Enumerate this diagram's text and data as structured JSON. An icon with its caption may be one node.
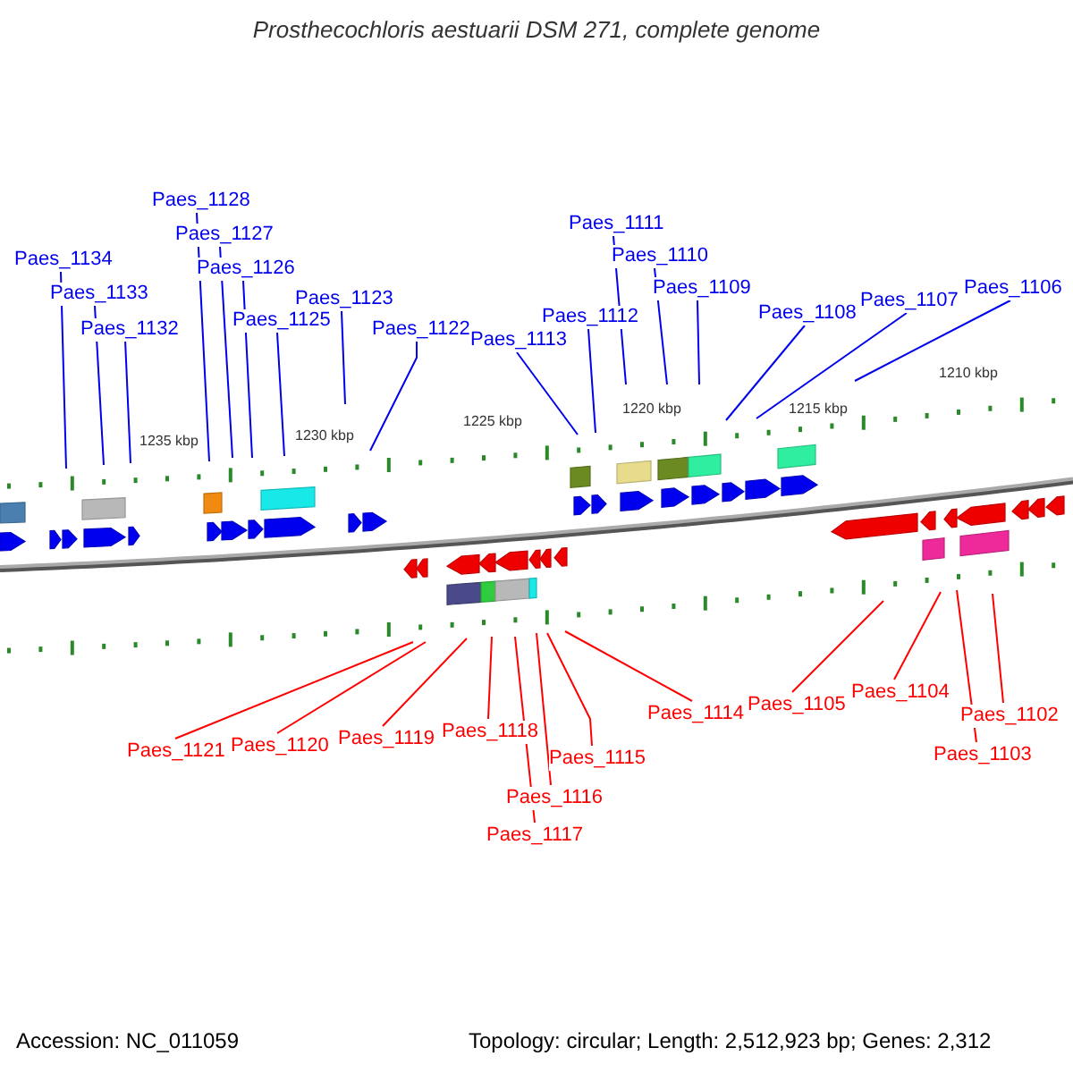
{
  "diagram": {
    "title": "Prosthecochloris aestuarii DSM 271, complete genome",
    "nodes": [
      {
        "text": [
          "Paes_1134"
        ]
      },
      {
        "text": [
          "Paes_1133"
        ]
      },
      {
        "text": [
          "Paes_1132"
        ]
      },
      {
        "text": [
          "Paes_1128"
        ]
      },
      {
        "text": [
          "Paes_1127"
        ]
      },
      {
        "text": [
          "Paes_1126"
        ]
      },
      {
        "text": [
          "Paes_1125"
        ]
      },
      {
        "text": [
          "Paes_1123"
        ]
      },
      {
        "text": [
          "Paes_1122"
        ]
      },
      {
        "text": [
          "Paes_1113"
        ]
      },
      {
        "text": [
          "Paes_1112"
        ]
      },
      {
        "text": [
          "Paes_1111"
        ]
      },
      {
        "text": [
          "Paes_1110"
        ]
      },
      {
        "text": [
          "Paes_1109"
        ]
      },
      {
        "text": [
          "Paes_1108"
        ]
      },
      {
        "text": [
          "Paes_1107"
        ]
      },
      {
        "text": [
          "Paes_1106"
        ]
      },
      {
        "text": [
          "Paes_1121"
        ]
      },
      {
        "text": [
          "Paes_1120"
        ]
      },
      {
        "text": [
          "Paes_1119"
        ]
      },
      {
        "text": [
          "Paes_1118"
        ]
      },
      {
        "text": [
          "Paes_1117"
        ]
      },
      {
        "text": [
          "Paes_1116"
        ]
      },
      {
        "text": [
          "Paes_1115"
        ]
      },
      {
        "text": [
          "Paes_1114"
        ]
      },
      {
        "text": [
          "Paes_1105"
        ]
      },
      {
        "text": [
          "Paes_1104"
        ]
      },
      {
        "text": [
          "Paes_1103"
        ]
      },
      {
        "text": [
          "Paes_1102"
        ]
      }
    ],
    "edges": [
      {
        "from": 0,
        "to": null,
        "arrow": "none"
      },
      {
        "from": 1,
        "to": null,
        "arrow": "none"
      },
      {
        "from": 2,
        "to": null,
        "arrow": "none"
      },
      {
        "from": 3,
        "to": null,
        "arrow": "none"
      },
      {
        "from": 4,
        "to": null,
        "arrow": "none"
      },
      {
        "from": 5,
        "to": null,
        "arrow": "none"
      },
      {
        "from": 6,
        "to": null,
        "arrow": "none"
      },
      {
        "from": 7,
        "to": null,
        "arrow": "none"
      },
      {
        "from": 8,
        "to": null,
        "arrow": "none"
      },
      {
        "from": 9,
        "to": null,
        "arrow": "none"
      },
      {
        "from": 10,
        "to": null,
        "arrow": "none"
      },
      {
        "from": 11,
        "to": null,
        "arrow": "none"
      },
      {
        "from": 12,
        "to": null,
        "arrow": "none"
      },
      {
        "from": 13,
        "to": null,
        "arrow": "none"
      },
      {
        "from": 14,
        "to": null,
        "arrow": "none"
      },
      {
        "from": 15,
        "to": null,
        "arrow": "none"
      },
      {
        "from": 16,
        "to": null,
        "arrow": "none"
      },
      {
        "from": 17,
        "to": null,
        "arrow": "none",
        "color": "#ff0000"
      },
      {
        "from": 18,
        "to": null,
        "arrow": "none",
        "color": "#ff0000"
      },
      {
        "from": 19,
        "to": null,
        "arrow": "none",
        "color": "#ff0000"
      },
      {
        "from": 20,
        "to": null,
        "arrow": "none",
        "color": "#ff0000"
      },
      {
        "from": 21,
        "to": null,
        "arrow": "none",
        "color": "#ff0000"
      },
      {
        "from": 22,
        "to": null,
        "arrow": "none",
        "color": "#ff0000"
      },
      {
        "from": 23,
        "to": null,
        "arrow": "none",
        "color": "#ff0000"
      },
      {
        "from": 24,
        "to": null,
        "arrow": "none",
        "color": "#ff0000"
      },
      {
        "from": 25,
        "to": null,
        "arrow": "none",
        "color": "#ff0000"
      },
      {
        "from": 26,
        "to": null,
        "arrow": "none",
        "color": "#ff0000"
      },
      {
        "from": 27,
        "to": null,
        "arrow": "none",
        "color": "#ff0000"
      },
      {
        "from": 28,
        "to": null,
        "arrow": "none",
        "color": "#ff0000"
      }
    ],
    "labels": [
      "1235 kbp",
      "1230 kbp",
      "1225 kbp",
      "1220 kbp",
      "1215 kbp",
      "1210 kbp",
      "Accession: NC_011059",
      "Topology: circular; Length: 2,512,923 bp; Genes: 2,312"
    ]
  }
}
